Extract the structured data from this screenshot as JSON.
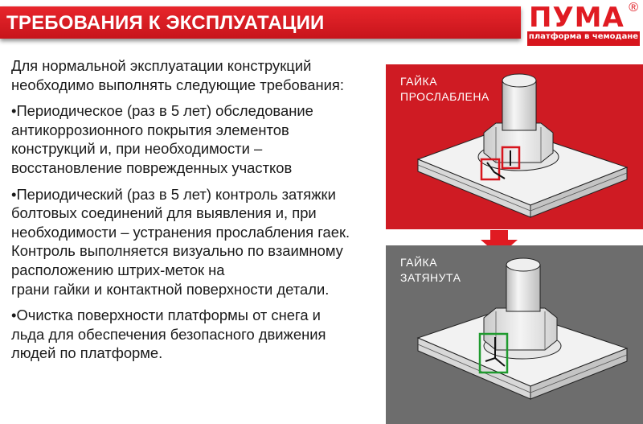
{
  "header": {
    "title": "ТРЕБОВАНИЯ К ЭКСПЛУАТАЦИИ",
    "logo_name": "ПУМА",
    "logo_reg": "®",
    "logo_tagline": "платформа в чемодане"
  },
  "body": {
    "intro": [
      "Для нормальной эксплуатации конструкций",
      "необходимо выполнять следующие требования:"
    ],
    "item1": [
      "•Периодическое (раз в 5 лет) обследование",
      "антикоррозионного покрытия элементов",
      "конструкций и, при необходимости –",
      "восстановление поврежденных участков"
    ],
    "item2": [
      "•Периодический (раз в 5 лет) контроль затяжки",
      "болтовых соединений для выявления и, при",
      "необходимости – устранения прослабления гаек.",
      "Контроль выполняется визуально по взаимному",
      "расположению штрих-меток на",
      "грани гайки и контактной поверхности детали."
    ],
    "item3": [
      "•Очистка поверхности платформы от снега и",
      "льда для обеспечения безопасного движения",
      "людей по платформе."
    ]
  },
  "figures": {
    "loose": {
      "label": [
        "ГАЙКА",
        "ПРОСЛАБЛЕНА"
      ],
      "background": "#cf1b23",
      "marker_color": "#d7151d"
    },
    "tight": {
      "label": [
        "ГАЙКА",
        "ЗАТЯНУТА"
      ],
      "background": "#6d6d6d",
      "marker_color": "#1f9a2e"
    },
    "arrow_icon": "down-arrow-icon",
    "arrow_color": "#e01b22"
  }
}
